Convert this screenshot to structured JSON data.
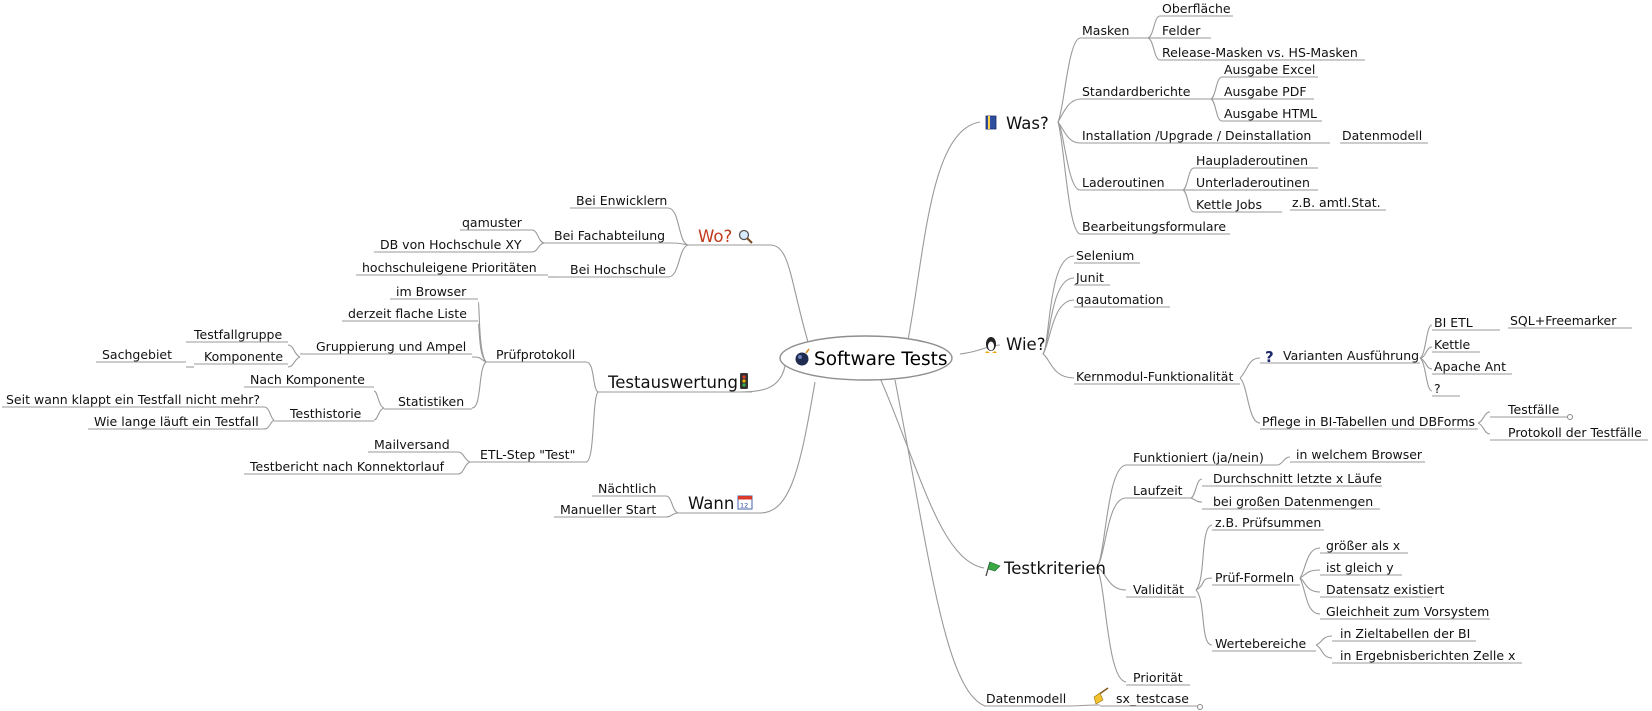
{
  "root": {
    "label": "Software Tests",
    "icon": "bomb-icon"
  },
  "colors": {
    "edge": "#9a9a9a",
    "text": "#111111",
    "wo_label": "#c0391b"
  },
  "branches": {
    "was": {
      "label": "Was?",
      "icon": "book-icon",
      "masken": {
        "label": "Masken",
        "c1": "Oberfläche",
        "c2": "Felder",
        "c3": "Release-Masken vs. HS-Masken"
      },
      "standard": {
        "label": "Standardberichte",
        "c1": "Ausgabe Excel",
        "c2": "Ausgabe PDF",
        "c3": "Ausgabe HTML"
      },
      "install": {
        "label": "Installation /Upgrade / Deinstallation",
        "c1": "Datenmodell"
      },
      "lade": {
        "label": "Laderoutinen",
        "c1": "Haupladeroutinen",
        "c2": "Unterladeroutinen",
        "c3": "Kettle Jobs",
        "c3a": "z.B. amtl.Stat."
      },
      "bearbeitung": {
        "label": "Bearbeitungsformulare"
      }
    },
    "wie": {
      "label": "Wie?",
      "icon": "penguin-icon",
      "selenium": "Selenium",
      "junit": "Junit",
      "qaauto": "qaautomation",
      "kern": {
        "label": "Kernmodul-Funktionalität",
        "varianten": {
          "label": "Varianten Ausführung",
          "icon": "question-icon",
          "c1": "BI ETL",
          "c1a": "SQL+Freemarker",
          "c2": "Kettle",
          "c3": "Apache Ant",
          "c4": "?"
        },
        "pflege": {
          "label": "Pflege in BI-Tabellen und DBForms",
          "c1": "Testfälle",
          "c2": "Protokoll der Testfälle"
        }
      }
    },
    "kriterien": {
      "label": "Testkriterien",
      "icon": "flag-icon",
      "funk": {
        "label": "Funktioniert (ja/nein)",
        "c1": "in welchem Browser"
      },
      "laufzeit": {
        "label": "Laufzeit",
        "c1": "Durchschnitt letzte x Läufe",
        "c2": "bei großen Datenmengen"
      },
      "validitaet": {
        "label": "Validität",
        "c1": "z.B. Prüfsummen",
        "formeln": {
          "label": "Prüf-Formeln",
          "c1": "größer als x",
          "c2": "ist gleich y",
          "c3": "Datensatz existiert",
          "c4": "Gleichheit zum Vorsystem"
        },
        "werte": {
          "label": "Wertebereiche",
          "c1": "in Zieltabellen der BI",
          "c2": "in Ergebnisberichten Zelle x"
        }
      },
      "prioritaet": "Priorität"
    },
    "datenmodell": {
      "label": "Datenmodell",
      "c1": "sx_testcase",
      "c1_icon": "broom-icon"
    },
    "wo": {
      "label": "Wo?",
      "icon": "magnifier-icon",
      "c1": "Bei Enwicklern",
      "c2": "Bei Fachabteilung",
      "c2a": "qamuster",
      "c2b": "DB von Hochschule XY",
      "c3": "Bei Hochschule",
      "c3a": "hochschuleigene Prioritäten"
    },
    "auswertung": {
      "label": "Testauswertung",
      "icon": "traffic-light-icon",
      "pruef": {
        "label": "Prüfprotokoll",
        "c1": "im Browser",
        "c2": "derzeit flache Liste",
        "gruppe": {
          "label": "Gruppierung und Ampel",
          "c1": "Testfallgruppe",
          "c2": "Komponente",
          "c2a": "Sachgebiet"
        },
        "stat": {
          "label": "Statistiken",
          "c1": "Nach Komponente",
          "hist": {
            "label": "Testhistorie",
            "c1": "Seit wann klappt ein Testfall nicht mehr?",
            "c2": "Wie lange läuft ein Testfall"
          }
        }
      },
      "etl": {
        "label": "ETL-Step \"Test\"",
        "c1": "Mailversand",
        "c2": "Testbericht nach Konnektorlauf"
      }
    },
    "wann": {
      "label": "Wann",
      "icon": "calendar-icon",
      "c1": "Nächtlich",
      "c2": "Manueller Start"
    }
  }
}
